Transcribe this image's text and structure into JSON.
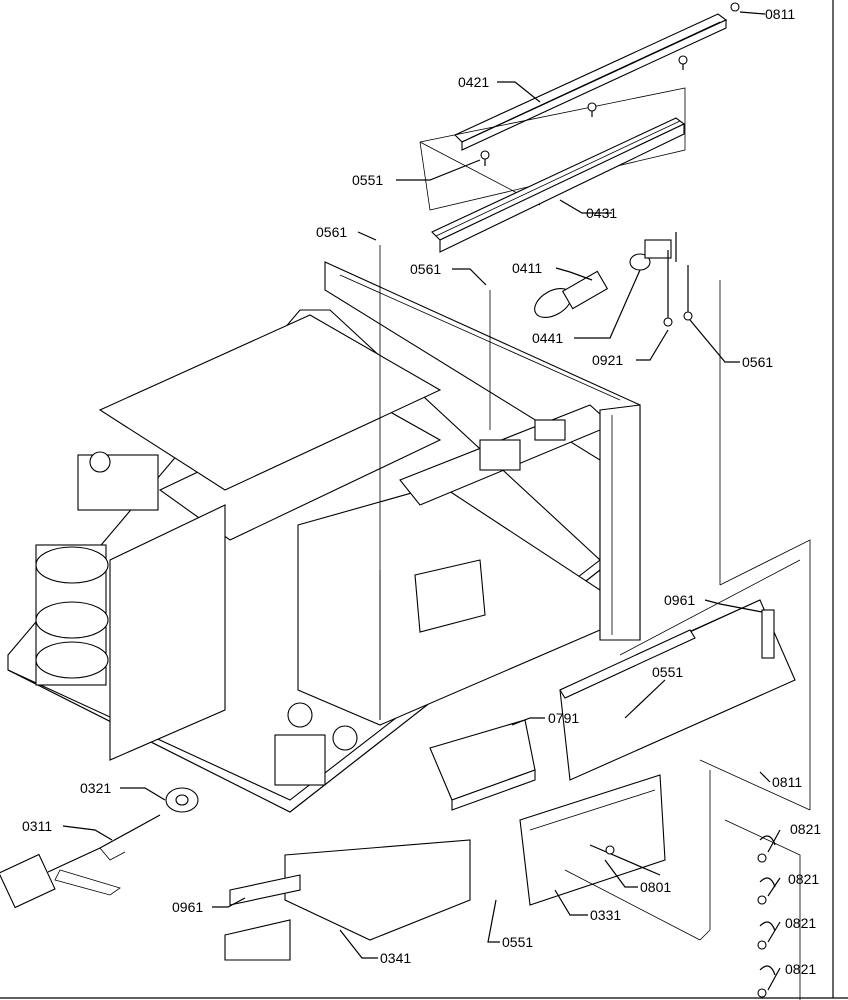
{
  "diagram": {
    "callouts": [
      {
        "id": "c0811a",
        "text": "0811"
      },
      {
        "id": "c0421",
        "text": "0421"
      },
      {
        "id": "c0551a",
        "text": "0551"
      },
      {
        "id": "c0431",
        "text": "0431"
      },
      {
        "id": "c0561a",
        "text": "0561"
      },
      {
        "id": "c0561b",
        "text": "0561"
      },
      {
        "id": "c0411",
        "text": "0411"
      },
      {
        "id": "c0441",
        "text": "0441"
      },
      {
        "id": "c0921",
        "text": "0921"
      },
      {
        "id": "c0561c",
        "text": "0561"
      },
      {
        "id": "c0961a",
        "text": "0961"
      },
      {
        "id": "c0551b",
        "text": "0551"
      },
      {
        "id": "c0791",
        "text": "0791"
      },
      {
        "id": "c0321",
        "text": "0321"
      },
      {
        "id": "c0811b",
        "text": "0811"
      },
      {
        "id": "c0311",
        "text": "0311"
      },
      {
        "id": "c0821a",
        "text": "0821"
      },
      {
        "id": "c0821b",
        "text": "0821"
      },
      {
        "id": "c0801",
        "text": "0801"
      },
      {
        "id": "c0961b",
        "text": "0961"
      },
      {
        "id": "c0331",
        "text": "0331"
      },
      {
        "id": "c0821c",
        "text": "0821"
      },
      {
        "id": "c0551c",
        "text": "0551"
      },
      {
        "id": "c0341",
        "text": "0341"
      },
      {
        "id": "c0821d",
        "text": "0821"
      }
    ]
  }
}
